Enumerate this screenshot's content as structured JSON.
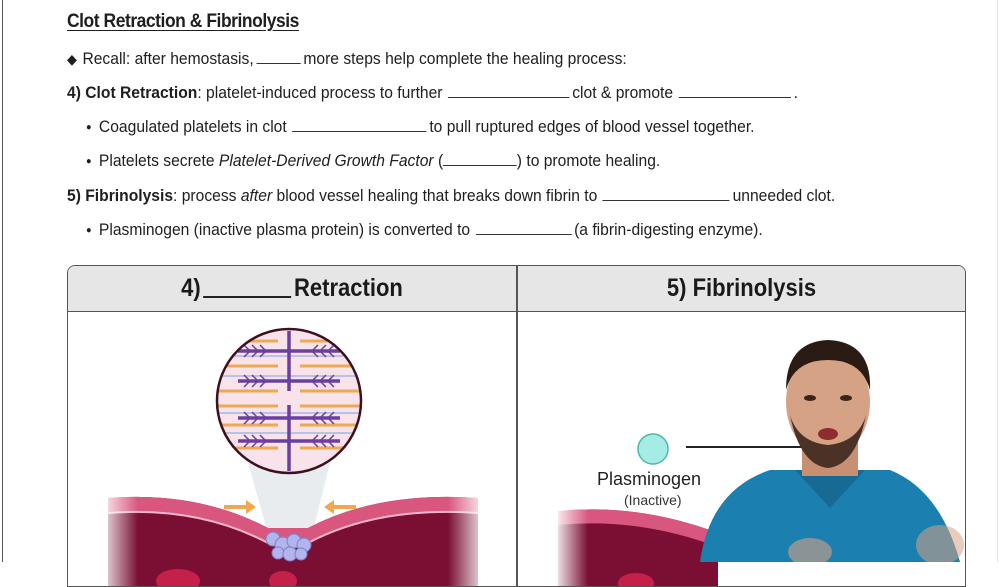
{
  "title": "Clot Retraction & Fibrinolysis",
  "recall": {
    "before": "Recall: after hemostasis,",
    "after": "more steps help complete the healing process:"
  },
  "step4": {
    "label": "4) Clot Retraction",
    "text1": ": platelet-induced process to further",
    "text2": "clot & promote",
    "text3": ".",
    "sub1": {
      "before": "Coagulated platelets in clot",
      "after": "to pull ruptured edges of blood vessel together."
    },
    "sub2": {
      "before": "Platelets secrete",
      "italic": "Platelet-Derived Growth Factor",
      "open": "(",
      "after": ") to promote healing."
    }
  },
  "step5": {
    "label": "5) Fibrinolysis",
    "text1": ": process",
    "italic": "after",
    "text2": "blood vessel healing that breaks down fibrin to",
    "text3": "unneeded clot.",
    "sub1": {
      "before": "Plasminogen (inactive plasma protein) is converted to",
      "after": "(a fibrin-digesting enzyme)."
    }
  },
  "table": {
    "header_left_prefix": "4)",
    "header_left_suffix": "Retraction",
    "header_right": "5) Fibrinolysis",
    "right_cell": {
      "molecule_label": "Plasminogen",
      "molecule_sublabel": "(Inactive)",
      "molecule_color": "#a6ece6"
    }
  },
  "colors": {
    "fibrin_purple": "#6a3fa0",
    "actin_orange": "#f0a850",
    "vessel_pink": "#d9577f",
    "vessel_dark": "#7a0f33",
    "shirt_blue": "#1b7fb0"
  }
}
